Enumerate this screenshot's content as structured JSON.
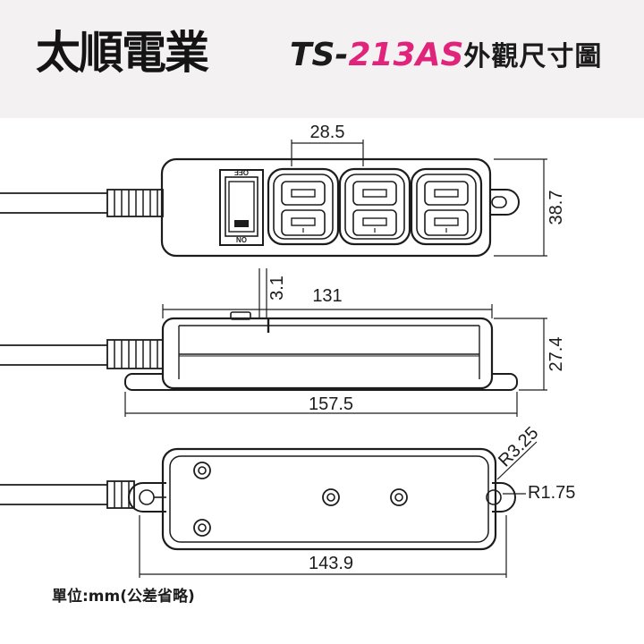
{
  "header": {
    "brand": "太順電業",
    "title_prefix": "TS-",
    "model": "213AS",
    "title_suffix": "外觀尺寸圖",
    "accent_color": "#e0237b",
    "background_color": "#f3f1f2"
  },
  "top_view": {
    "width_label": "28.5",
    "height_label": "38.7",
    "switch_text_top": "OFF",
    "switch_text_bottom": "ON"
  },
  "side_view": {
    "offset_label": "3.1",
    "body_length_label": "131",
    "height_label": "27.4",
    "overall_length_label": "157.5"
  },
  "bottom_view": {
    "radius_outer_label": "R3.25",
    "radius_inner_label": "R1.75",
    "length_label": "143.9"
  },
  "footer": {
    "unit_note": "單位:mm(公差省略)"
  }
}
